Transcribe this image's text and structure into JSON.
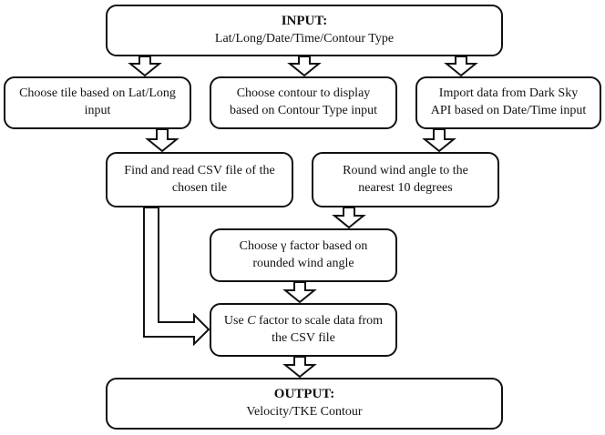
{
  "input": {
    "title": "INPUT:",
    "subtitle": "Lat/Long/Date/Time/Contour Type"
  },
  "steps": {
    "choose_tile": {
      "line1": "Choose tile based on Lat/Long",
      "line2": "input"
    },
    "choose_contour": {
      "line1": "Choose contour to display",
      "line2": "based on Contour Type input"
    },
    "import_data": {
      "line1": "Import data from Dark Sky",
      "line2": "API based on Date/Time input"
    },
    "read_csv": {
      "line1": "Find and read CSV file of the",
      "line2": "chosen tile"
    },
    "round_angle": {
      "line1": "Round wind angle to the",
      "line2": "nearest 10 degrees"
    },
    "choose_gamma": {
      "line1_prefix": "Choose ",
      "symbol": "γ",
      "line1_suffix": " factor based on",
      "line2": "rounded wind angle"
    },
    "scale_data": {
      "line1_prefix": "Use ",
      "symbol": "C",
      "line1_suffix": " factor to scale data from",
      "line2": "the CSV file"
    }
  },
  "output": {
    "title": "OUTPUT:",
    "subtitle": "Velocity/TKE Contour"
  },
  "colors": {
    "stroke": "#111111",
    "background": "#ffffff"
  }
}
